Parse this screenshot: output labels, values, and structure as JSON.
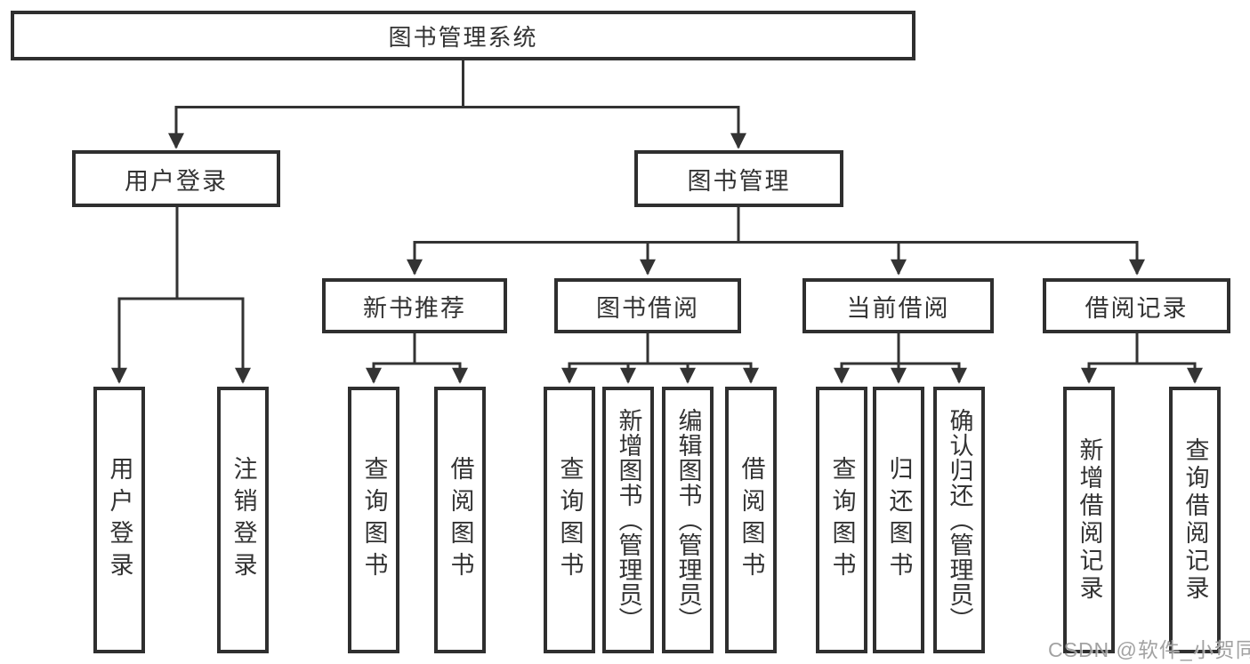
{
  "colors": {
    "line": "#333333",
    "box_border": "#2f2f2f",
    "text": "#333333",
    "watermark_text": "#9b9b9b",
    "background": "#ffffff"
  },
  "diagram": {
    "title": "图书管理系统",
    "branches": {
      "user": {
        "label": "用户登录",
        "children": [
          "用户登录",
          "注销登录"
        ]
      },
      "book": {
        "label": "图书管理",
        "sections": [
          {
            "label": "新书推荐",
            "children": [
              "查询图书",
              "借阅图书"
            ]
          },
          {
            "label": "图书借阅",
            "children": [
              "查询图书",
              "新增图书（管理员）",
              "编辑图书（管理员）",
              "借阅图书"
            ]
          },
          {
            "label": "当前借阅",
            "children": [
              "查询图书",
              "归还图书",
              "确认归还（管理员）"
            ]
          },
          {
            "label": "借阅记录",
            "children": [
              "新增借阅记录",
              "查询借阅记录"
            ]
          }
        ]
      }
    }
  },
  "watermark": "CSDN @软件_小贺同学"
}
